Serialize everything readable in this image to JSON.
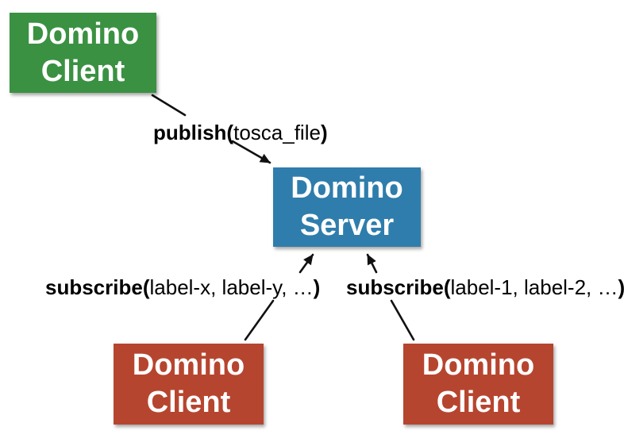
{
  "nodes": [
    {
      "id": "publisher-client",
      "line1": "Domino",
      "line2": "Client",
      "color": "#3a9142"
    },
    {
      "id": "server",
      "line1": "Domino",
      "line2": "Server",
      "color": "#2f7dac"
    },
    {
      "id": "subscriber-client-left",
      "line1": "Domino",
      "line2": "Client",
      "color": "#b6452f"
    },
    {
      "id": "subscriber-client-right",
      "line1": "Domino",
      "line2": "Client",
      "color": "#b6452f"
    }
  ],
  "edges": [
    {
      "id": "publish",
      "bold_open": "publish(",
      "args": "tosca_file",
      "bold_close": ")"
    },
    {
      "id": "subscribe-left",
      "bold_open": "subscribe(",
      "args": "label-x, label-y, …",
      "bold_close": ")"
    },
    {
      "id": "subscribe-right",
      "bold_open": "subscribe(",
      "args": "label-1, label-2, …",
      "bold_close": ")"
    }
  ],
  "colors": {
    "background": "#ffffff",
    "arrow": "#111111",
    "node_text": "#ffffff"
  }
}
